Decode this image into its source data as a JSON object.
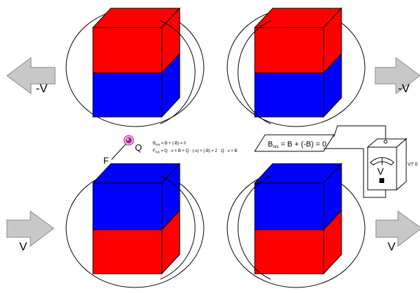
{
  "arrows": {
    "top_left": "-V",
    "top_right": "-V",
    "bottom_left": "V",
    "bottom_right": "V"
  },
  "charge": {
    "label": "Q",
    "force_label": "F"
  },
  "equations": {
    "b_res": {
      "lhs": "B",
      "sub": "res",
      "rhs": " = B + (-B) = 0"
    },
    "f_res": {
      "lhs": "F",
      "sub": "res",
      "rhs": " = Q · v × B + Q · (-v) × (-B) = 2 · Q · v × B"
    },
    "box": {
      "lhs": "B",
      "sub": "res",
      "rhs": " = B + (-B) = 0"
    }
  },
  "voltmeter": {
    "symbol": "V",
    "reading": "V? 0"
  },
  "colors": {
    "north": "#ff0000",
    "south": "#0000ff",
    "arrow_fill": "#c8c8c8",
    "charge_outer": "#f2b8f2",
    "charge_inner": "#a020a0",
    "charge_core": "#ffd200"
  }
}
